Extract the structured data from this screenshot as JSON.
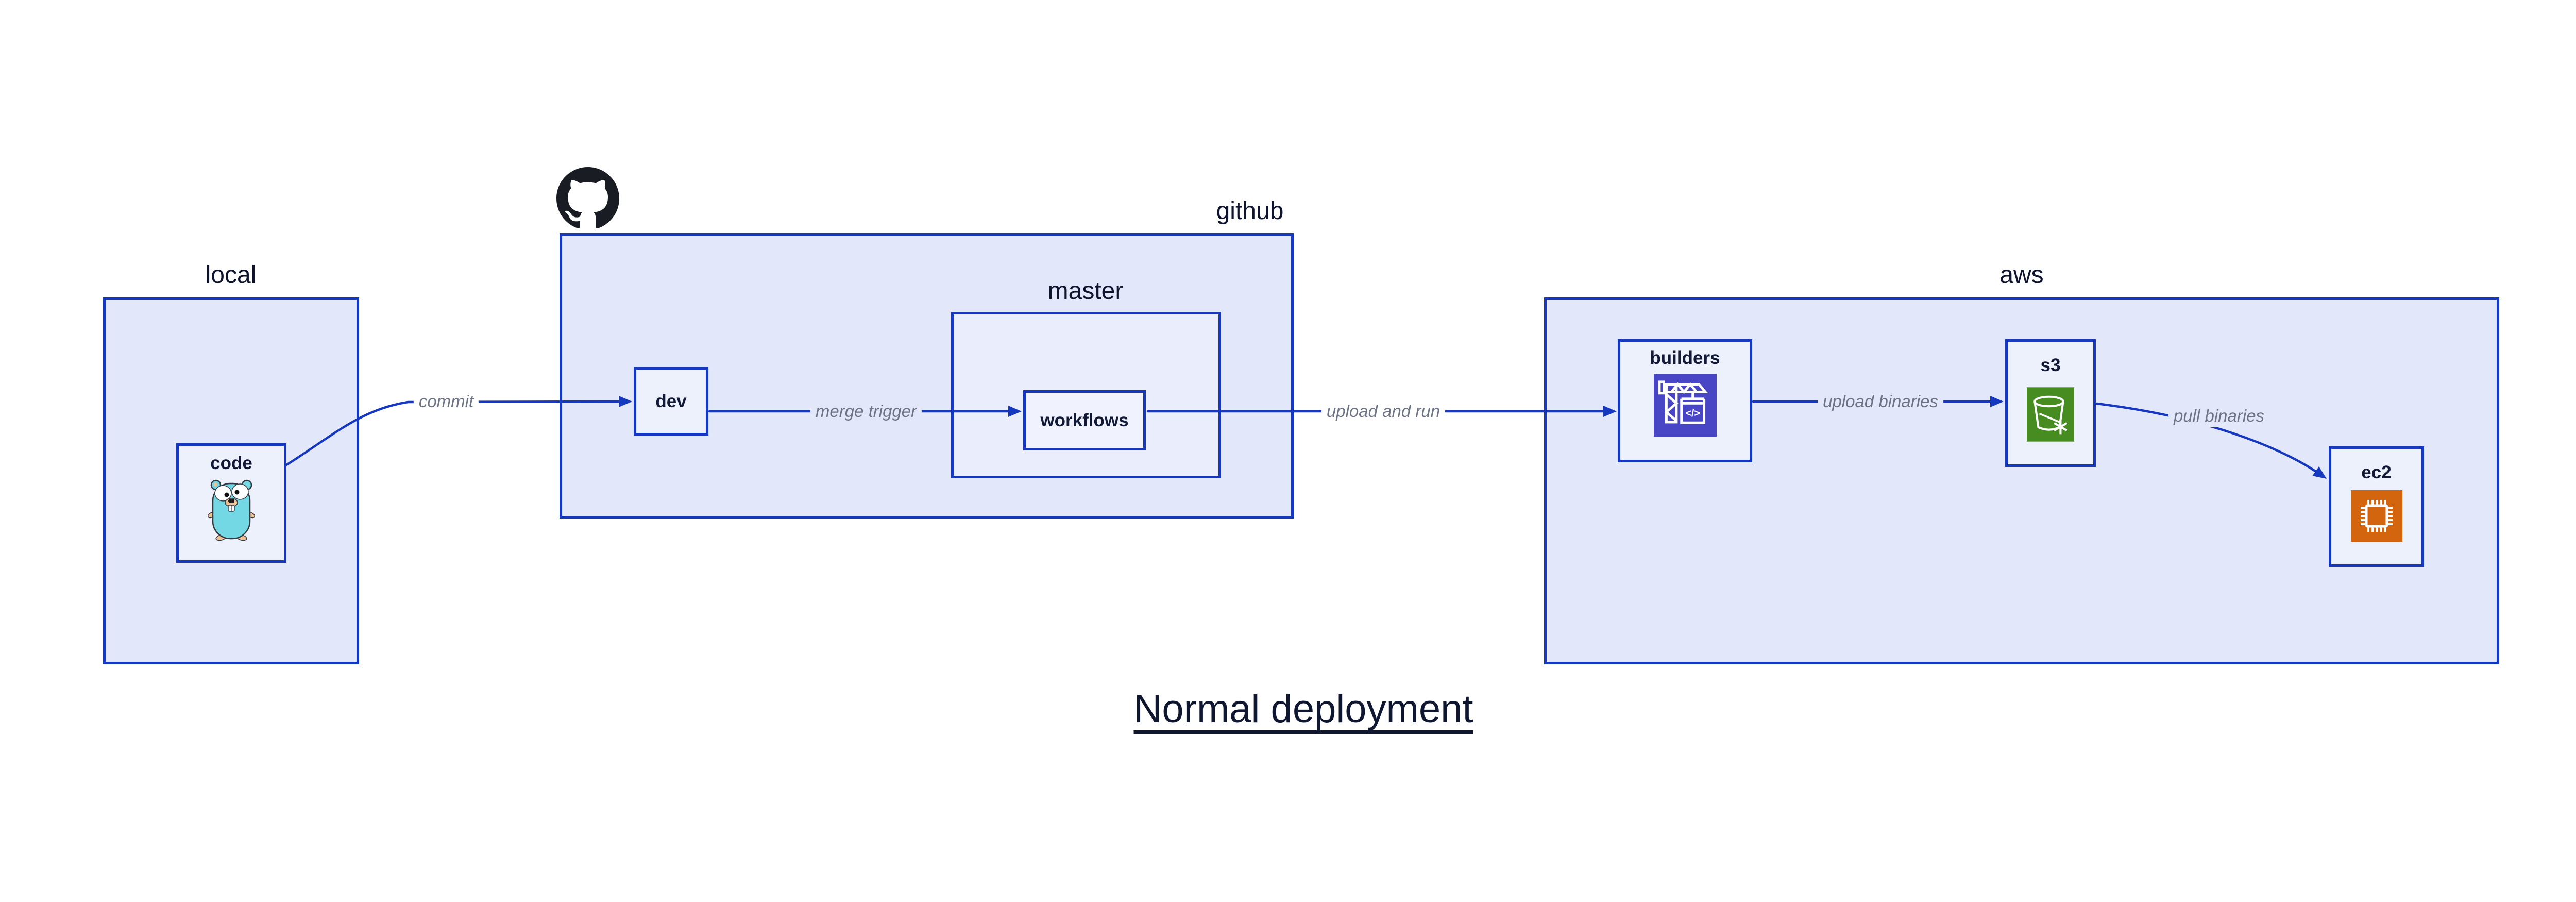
{
  "diagram": {
    "title": "Normal deployment",
    "containers": {
      "local": {
        "label": "local"
      },
      "github": {
        "label": "github",
        "logo_icon": "github-octocat-logo"
      },
      "master": {
        "label": "master"
      },
      "aws": {
        "label": "aws"
      }
    },
    "nodes": {
      "code": {
        "label": "code",
        "icon": "go-gopher-icon"
      },
      "dev": {
        "label": "dev"
      },
      "workflows": {
        "label": "workflows"
      },
      "builders": {
        "label": "builders",
        "icon": "aws-codebuild-icon",
        "icon_text": "</>"
      },
      "s3": {
        "label": "s3",
        "icon": "aws-s3-glacier-bucket-icon"
      },
      "ec2": {
        "label": "ec2",
        "icon": "aws-ec2-chip-icon"
      }
    },
    "edges": [
      {
        "from": "code",
        "to": "dev",
        "label": "commit"
      },
      {
        "from": "dev",
        "to": "workflows",
        "label": "merge trigger"
      },
      {
        "from": "workflows",
        "to": "builders",
        "label": "upload and run"
      },
      {
        "from": "builders",
        "to": "s3",
        "label": "upload binaries"
      },
      {
        "from": "s3",
        "to": "ec2",
        "label": "pull binaries"
      }
    ],
    "colors": {
      "background": "#ffffff",
      "container_fill": "#e2e7fa",
      "master_fill": "#eaeefc",
      "node_fill": "#edf1fc",
      "workflows_fill": "#f0f3fd",
      "border_and_arrow_blue": "#1538bf",
      "label_navy": "#0e142e",
      "edge_label_gray": "#6b7385",
      "codebuild_indigo": "#4946c5",
      "s3_green": "#478c20",
      "ec2_orange": "#d4650f",
      "gopher_teal": "#73d7e4",
      "octocat_black": "#191d23"
    }
  }
}
